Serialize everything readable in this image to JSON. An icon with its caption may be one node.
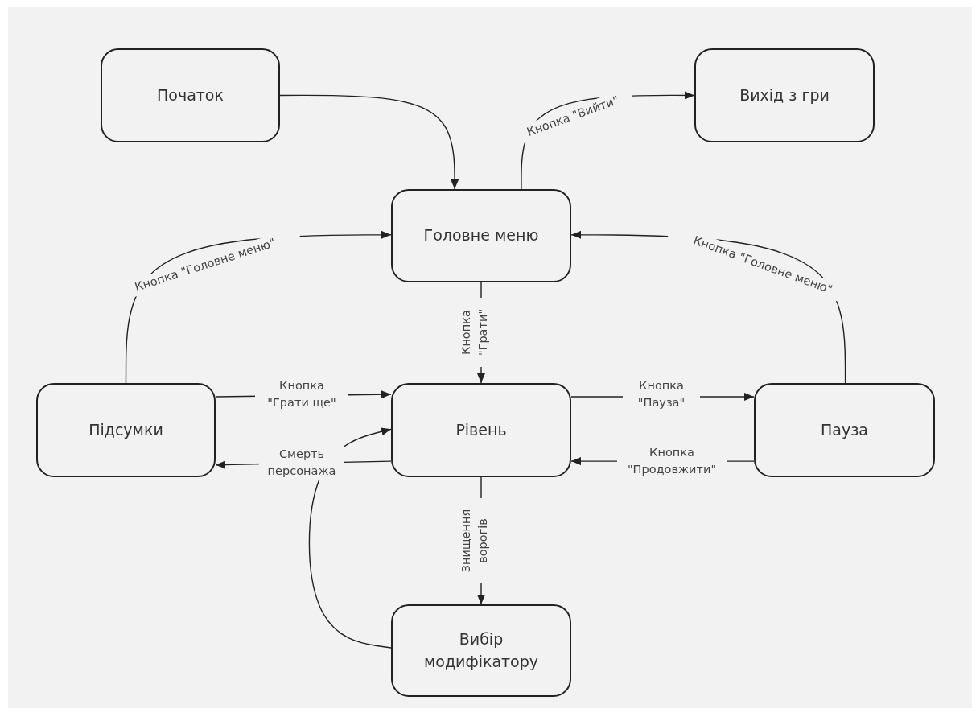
{
  "diagram": {
    "nodes": [
      {
        "text": [
          "Початок"
        ]
      },
      {
        "text": [
          "Вихід з гри"
        ]
      },
      {
        "text": [
          "Головне меню"
        ]
      },
      {
        "text": [
          "Підсумки"
        ]
      },
      {
        "text": [
          "Рівень"
        ]
      },
      {
        "text": [
          "Пауза"
        ]
      },
      {
        "text": [
          "Вибір модифікатору"
        ]
      }
    ],
    "edges": [
      {
        "from": 0,
        "to": 2,
        "arrow": "to"
      },
      {
        "from": 2,
        "to": 1,
        "arrow": "to",
        "label": "Кнопка \"Вийти\""
      },
      {
        "from": 3,
        "to": 2,
        "arrow": "to",
        "label": "Кнопка \"Головне меню\""
      },
      {
        "from": 5,
        "to": 2,
        "arrow": "to",
        "label": "Кнопка \"Головне меню\""
      },
      {
        "from": 2,
        "to": 4,
        "arrow": "to",
        "label": "Кнопка \"Грати\""
      },
      {
        "from": 3,
        "to": 4,
        "arrow": "to",
        "label": "Кнопка \"Грати ще\""
      },
      {
        "from": 4,
        "to": 3,
        "arrow": "to",
        "label": "Смерть персонажа"
      },
      {
        "from": 4,
        "to": 5,
        "arrow": "to",
        "label": "Кнопка \"Пауза\""
      },
      {
        "from": 5,
        "to": 4,
        "arrow": "to",
        "label": "Кнопка \"Продовжити\""
      },
      {
        "from": 4,
        "to": 6,
        "arrow": "to",
        "label": "Знищення ворогів"
      },
      {
        "from": 6,
        "to": 4,
        "arrow": "to"
      }
    ]
  }
}
